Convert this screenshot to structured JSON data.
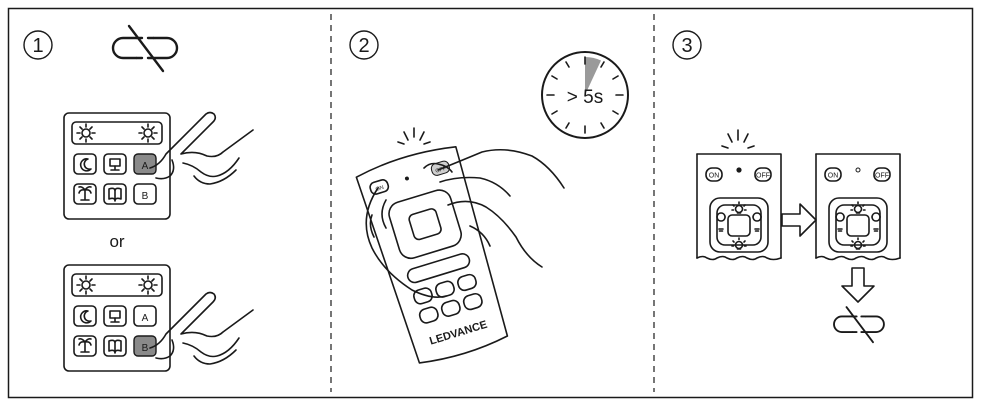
{
  "steps": [
    {
      "number": "1",
      "or_label": "or",
      "key_a": "A",
      "key_b": "B"
    },
    {
      "number": "2",
      "timer_label": "> 5s",
      "brand": "LEDVANCE",
      "key_on": "ON",
      "key_off": "OFF"
    },
    {
      "number": "3",
      "key_on": "ON",
      "key_off": "OFF"
    }
  ],
  "colors": {
    "line": "#1a1a1a",
    "pressed_key": "#8a8a8a",
    "timer_sector": "#9a9a9a"
  }
}
